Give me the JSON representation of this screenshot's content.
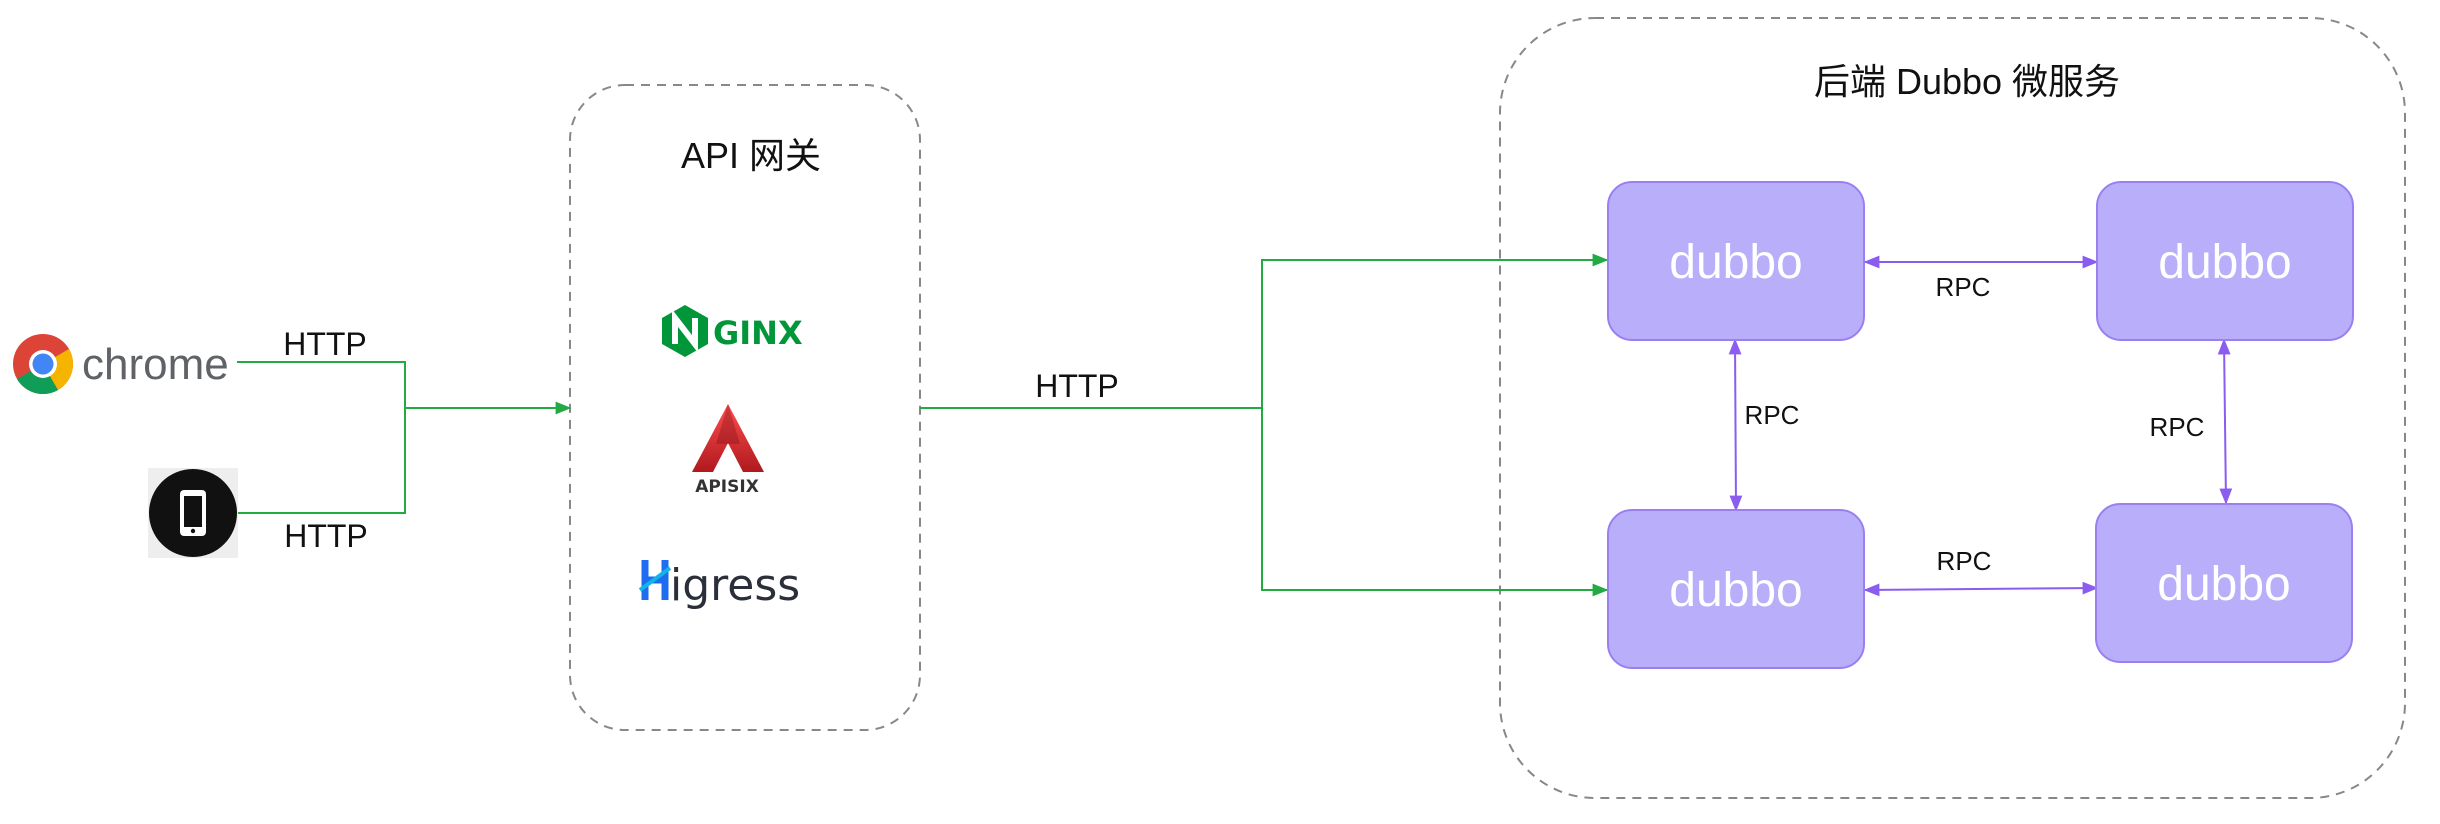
{
  "gateway": {
    "title": "API 网关",
    "logos": [
      "Nginx",
      "apisix",
      "Higress"
    ]
  },
  "backend": {
    "title": "后端 Dubbo 微服务"
  },
  "clients": [
    {
      "name": "chrome",
      "protocol": "HTTP"
    },
    {
      "name": "mobile",
      "protocol": "HTTP"
    }
  ],
  "gateway_to_backend": {
    "protocol": "HTTP"
  },
  "services": [
    {
      "id": "s1",
      "label": "dubbo"
    },
    {
      "id": "s2",
      "label": "dubbo"
    },
    {
      "id": "s3",
      "label": "dubbo"
    },
    {
      "id": "s4",
      "label": "dubbo"
    }
  ],
  "rpc_links": [
    {
      "from": "s1",
      "to": "s2",
      "label": "RPC"
    },
    {
      "from": "s1",
      "to": "s3",
      "label": "RPC"
    },
    {
      "from": "s2",
      "to": "s4",
      "label": "RPC"
    },
    {
      "from": "s3",
      "to": "s4",
      "label": "RPC"
    }
  ],
  "colors": {
    "http_line": "#22aa44",
    "rpc_line": "#8a5cf0",
    "node_fill": "#b9aef9",
    "node_stroke": "#9b7ff2",
    "dashed_border": "#888888"
  },
  "icons": [
    "chrome-icon",
    "mobile-phone-icon",
    "nginx-logo",
    "apisix-logo",
    "higress-logo"
  ]
}
